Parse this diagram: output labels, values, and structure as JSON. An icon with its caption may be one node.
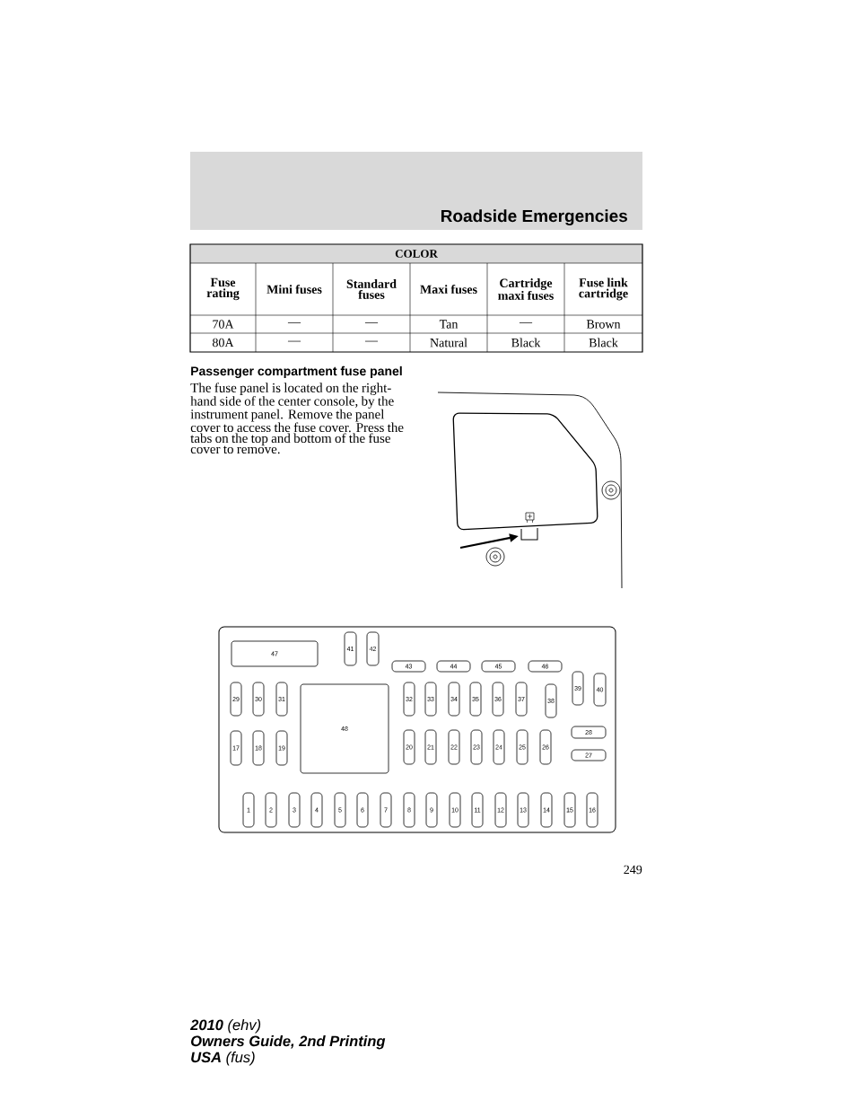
{
  "diagram": {
    "title": "Roadside Emergencies",
    "nodes": [
      {
        "text": [
          "47"
        ]
      },
      {
        "text": [
          "41"
        ]
      },
      {
        "text": [
          "42"
        ]
      },
      {
        "text": [
          "43"
        ]
      },
      {
        "text": [
          "44"
        ]
      },
      {
        "text": [
          "45"
        ]
      },
      {
        "text": [
          "46"
        ]
      },
      {
        "text": [
          "39"
        ]
      },
      {
        "text": [
          "40"
        ]
      },
      {
        "text": [
          "29"
        ]
      },
      {
        "text": [
          "30"
        ]
      },
      {
        "text": [
          "31"
        ]
      },
      {
        "text": [
          "48"
        ]
      },
      {
        "text": [
          "32"
        ]
      },
      {
        "text": [
          "33"
        ]
      },
      {
        "text": [
          "34"
        ]
      },
      {
        "text": [
          "35"
        ]
      },
      {
        "text": [
          "36"
        ]
      },
      {
        "text": [
          "37"
        ]
      },
      {
        "text": [
          "38"
        ]
      },
      {
        "text": [
          "28"
        ]
      },
      {
        "text": [
          "17"
        ]
      },
      {
        "text": [
          "18"
        ]
      },
      {
        "text": [
          "19"
        ]
      },
      {
        "text": [
          "20"
        ]
      },
      {
        "text": [
          "21"
        ]
      },
      {
        "text": [
          "22"
        ]
      },
      {
        "text": [
          "23"
        ]
      },
      {
        "text": [
          "24"
        ]
      },
      {
        "text": [
          "25"
        ]
      },
      {
        "text": [
          "26"
        ]
      },
      {
        "text": [
          "27"
        ]
      },
      {
        "text": [
          "1"
        ]
      },
      {
        "text": [
          "2"
        ]
      },
      {
        "text": [
          "3"
        ]
      },
      {
        "text": [
          "4"
        ]
      },
      {
        "text": [
          "5"
        ]
      },
      {
        "text": [
          "6"
        ]
      },
      {
        "text": [
          "7"
        ]
      },
      {
        "text": [
          "8"
        ]
      },
      {
        "text": [
          "9"
        ]
      },
      {
        "text": [
          "10"
        ]
      },
      {
        "text": [
          "11"
        ]
      },
      {
        "text": [
          "12"
        ]
      },
      {
        "text": [
          "13"
        ]
      },
      {
        "text": [
          "14"
        ]
      },
      {
        "text": [
          "15"
        ]
      },
      {
        "text": [
          "16"
        ]
      }
    ],
    "labels": [
      "COLOR",
      "Fuse rating",
      "Mini fuses",
      "Standard fuses",
      "Maxi fuses",
      "Cartridge maxi fuses",
      "Fuse link cartridge",
      "70A",
      "—",
      "—",
      "Tan",
      "—",
      "Brown",
      "80A",
      "—",
      "—",
      "Natural",
      "Black",
      "Black",
      "Passenger compartment fuse panel",
      "The fuse panel is located on the right-hand side of the center console, by the instrument panel. Remove the panel cover to access the fuse cover. Press the tabs on the top and bottom of the fuse cover to remove.",
      "249",
      "**2010** (ehv)",
      "Owners Guide, 2nd Printing",
      "**USA** (fus)"
    ]
  }
}
